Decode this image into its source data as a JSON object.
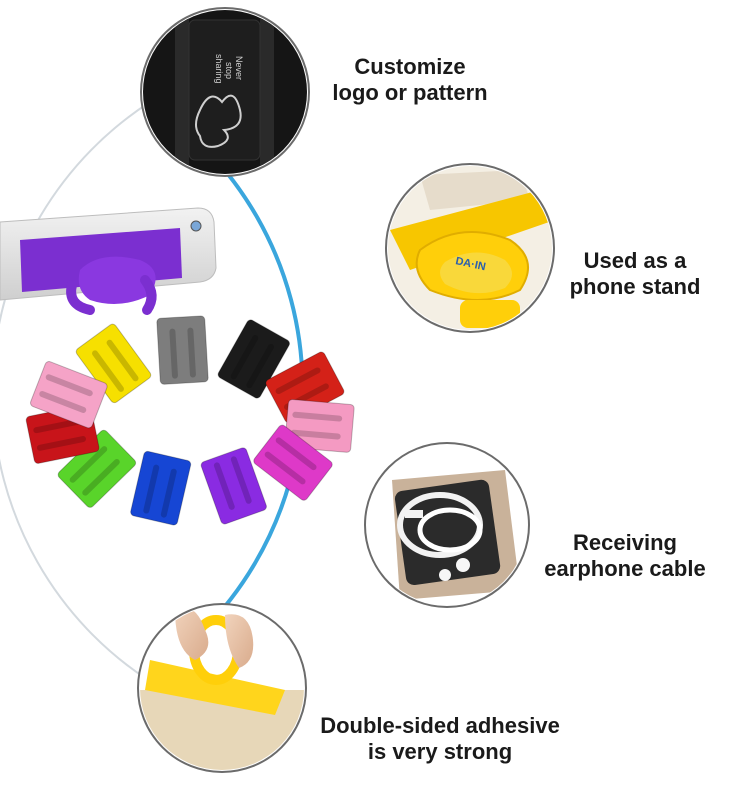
{
  "features": {
    "customize": {
      "line1": "Customize",
      "line2": "logo or pattern"
    },
    "stand": {
      "line1": "Used as a",
      "line2": "phone stand"
    },
    "cable": {
      "line1": "Receiving",
      "line2": "earphone cable"
    },
    "adhesive": {
      "line1": "Double-sided adhesive",
      "line2": "is very strong"
    }
  },
  "product_photo": {
    "logo_text": [
      "Never",
      "stop",
      "sharing"
    ],
    "stand_brand": "DA·IN"
  },
  "colors": {
    "ring": "#3aa6dd",
    "ring_faded": "#cfd6dc",
    "holders": [
      "#f6e000",
      "#7d7d7d",
      "#1b1b1b",
      "#d42118",
      "#f49ac2",
      "#de39c8",
      "#8a2be2",
      "#1646d4",
      "#59d42a",
      "#c8141a",
      "#f5a3c7"
    ]
  }
}
